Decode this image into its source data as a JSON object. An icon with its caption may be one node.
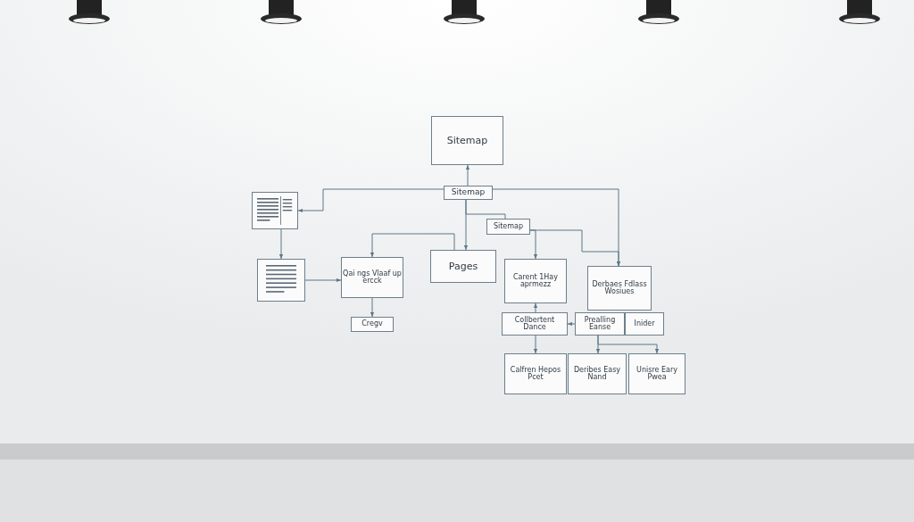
{
  "diagram": {
    "nodes": [
      {
        "text": [
          "Sitemap"
        ]
      },
      {
        "text": [
          "Sitemap"
        ]
      },
      {
        "text": [],
        "shape": "box"
      },
      {
        "text": [],
        "shape": "box"
      },
      {
        "text": [
          "Sitemap"
        ]
      },
      {
        "text": [
          "Pages"
        ]
      },
      {
        "text": [
          "Qai ngs Vlaaf up ercck"
        ]
      },
      {
        "text": [
          "Cregv"
        ]
      },
      {
        "text": [
          "Carent 1Hay aprmezz"
        ]
      },
      {
        "text": [
          "Derbaes Fdlass Wosiues"
        ]
      },
      {
        "text": [
          "Collbertent Dance"
        ]
      },
      {
        "text": [
          "Prealling Eanse"
        ]
      },
      {
        "text": [
          "Inider"
        ]
      },
      {
        "text": [
          "Calfren Hepos Pcet"
        ]
      },
      {
        "text": [
          "Deribes Easy Nand"
        ]
      },
      {
        "text": [
          "Unisre Eary Pwea"
        ]
      }
    ],
    "edges": [
      {
        "from": 1,
        "to": 0,
        "arrow": "to"
      },
      {
        "from": 1,
        "to": 2,
        "arrow": "to"
      },
      {
        "from": 1,
        "to": 9,
        "arrow": "to"
      },
      {
        "from": 2,
        "to": 3,
        "arrow": "to"
      },
      {
        "from": 3,
        "to": 6,
        "arrow": "to"
      },
      {
        "from": 1,
        "to": 5,
        "arrow": "to"
      },
      {
        "from": 5,
        "to": 6,
        "arrow": "to"
      },
      {
        "from": 1,
        "to": 4,
        "arrow": "none"
      },
      {
        "from": 4,
        "to": 8,
        "arrow": "to"
      },
      {
        "from": 4,
        "to": 9,
        "arrow": "to"
      },
      {
        "from": 10,
        "to": 8,
        "arrow": "to"
      },
      {
        "from": 10,
        "to": 13,
        "arrow": "to"
      },
      {
        "from": 11,
        "to": 10,
        "arrow": "to"
      },
      {
        "from": 11,
        "to": 14,
        "arrow": "to"
      },
      {
        "from": 11,
        "to": 15,
        "arrow": "to"
      },
      {
        "from": 6,
        "to": 7,
        "arrow": "to"
      }
    ]
  }
}
